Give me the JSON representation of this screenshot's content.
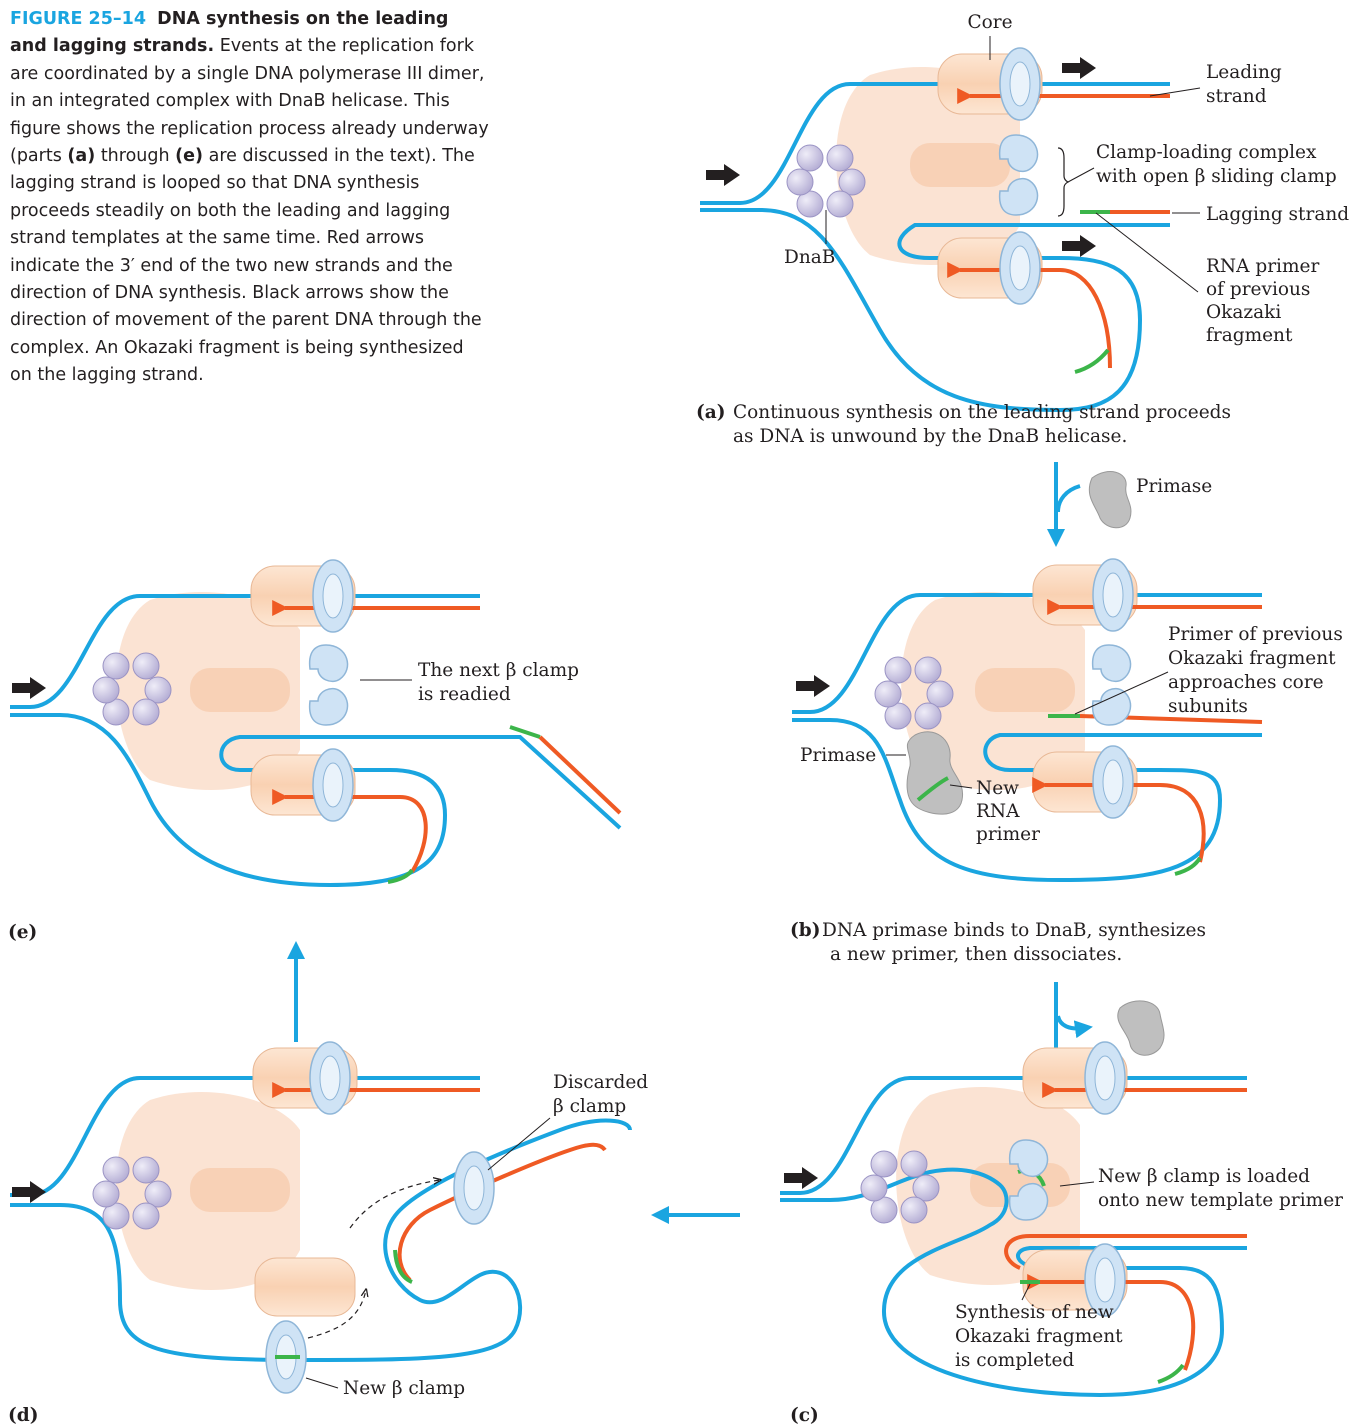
{
  "caption": {
    "figure_label": "FIGURE 25–14",
    "title": "DNA synthesis on the leading and lagging strands.",
    "text_1": "Events at the replication fork are coordinated by a single DNA polymerase III dimer, in an integrated complex with DnaB helicase. This figure shows the replication process already underway (parts",
    "part_a": "(a)",
    "text_2": "through",
    "part_e": "(e)",
    "text_3": "are discussed in the text). The lagging strand is looped so that DNA synthesis proceeds steadily on both the leading and lagging strand templates at the same time. Red arrows indicate the 3′ end of the two new strands and the direction of DNA synthesis. Black arrows show the direction of movement of the parent DNA through the complex. An Okazaki fragment is being synthesized on the lagging strand."
  },
  "panel_a": {
    "core": "Core",
    "leading_1": "Leading",
    "leading_2": "strand",
    "clamp_1": "Clamp-loading complex",
    "clamp_2": "with open β sliding clamp",
    "lagging": "Lagging strand",
    "rna_1": "RNA primer",
    "rna_2": "of previous",
    "rna_3": "Okazaki",
    "rna_4": "fragment",
    "dnab": "DnaB",
    "label": "(a)",
    "caption_1": "Continuous synthesis on the leading strand proceeds",
    "caption_2": "as DNA is unwound by the DnaB helicase."
  },
  "primase_label": "Primase",
  "panel_b": {
    "primer_1": "Primer of previous",
    "primer_2": "Okazaki fragment",
    "primer_3": "approaches core",
    "primer_4": "subunits",
    "primase": "Primase",
    "new_1": "New",
    "new_2": "RNA",
    "new_3": "primer",
    "label": "(b)",
    "caption_1": "DNA primase binds to DnaB, synthesizes",
    "caption_2": "a new primer, then dissociates."
  },
  "panel_c": {
    "new_clamp_1": "New β clamp is loaded",
    "new_clamp_2": "onto new template primer",
    "synth_1": "Synthesis of new",
    "synth_2": "Okazaki fragment",
    "synth_3": "is completed",
    "label": "(c)"
  },
  "panel_d": {
    "discarded_1": "Discarded",
    "discarded_2": "β clamp",
    "new_clamp": "New β clamp",
    "label": "(d)"
  },
  "panel_e": {
    "next_1": "The next β clamp",
    "next_2": "is readied",
    "label": "(e)"
  },
  "colors": {
    "dna_template": "#1aa5e0",
    "new_strand": "#ef5a24",
    "rna_primer": "#3cb54a",
    "core": "#fde3cf",
    "clamp": "#cfe3f5",
    "dnab": "#c8c3e0",
    "primase": "#bfbfbf",
    "arrow_black": "#231f20",
    "arrow_step": "#1aa5e0"
  },
  "icons": [
    "black-arrow-icon",
    "red-arrow-icon",
    "step-arrow-icon"
  ]
}
